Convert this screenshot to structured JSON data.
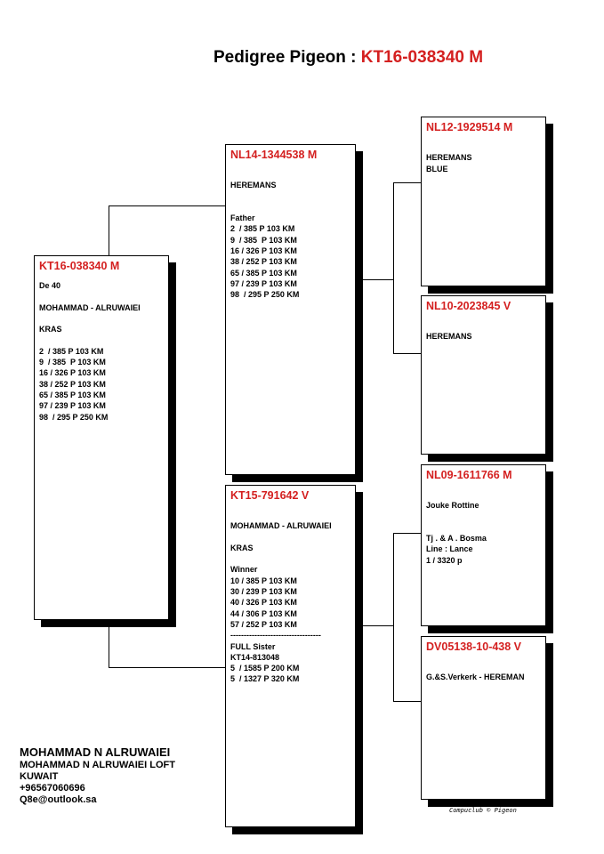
{
  "title": {
    "prefix": "Pedigree Pigeon : ",
    "ring": "KT16-038340 M"
  },
  "pigeons": {
    "subject": {
      "ring": "KT16-038340 M",
      "lines": [
        "De 40",
        "",
        "MOHAMMAD - ALRUWAIEI",
        "",
        "KRAS",
        "",
        "2  / 385 P 103 KM",
        "9  / 385  P 103 KM",
        "16 / 326 P 103 KM",
        "38 / 252 P 103 KM",
        "65 / 385 P 103 KM",
        "97 / 239 P 103 KM",
        "98  / 295 P 250 KM"
      ]
    },
    "sire": {
      "ring": "NL14-1344538 M",
      "lines": [
        "",
        "HEREMANS",
        "",
        "",
        "Father",
        "2  / 385 P 103 KM",
        "9  / 385  P 103 KM",
        "16 / 326 P 103 KM",
        "38 / 252 P 103 KM",
        "65 / 385 P 103 KM",
        "97 / 239 P 103 KM",
        "98  / 295 P 250 KM"
      ]
    },
    "dam": {
      "ring": "KT15-791642 V",
      "lines": [
        "",
        "MOHAMMAD - ALRUWAIEI",
        "",
        "KRAS",
        "",
        "Winner",
        "10 / 385 P 103 KM",
        "30 / 239 P 103 KM",
        "40 / 326 P 103 KM",
        "44 / 306 P 103 KM",
        "57 / 252 P 103 KM",
        "----------------------------------",
        "FULL Sister",
        "KT14-813048",
        "5  / 1585 P 200 KM",
        "5  / 1327 P 320 KM"
      ]
    },
    "sire_sire": {
      "ring": "NL12-1929514 M",
      "lines": [
        "",
        "HEREMANS",
        "BLUE"
      ]
    },
    "sire_dam": {
      "ring": "NL10-2023845 V",
      "lines": [
        "",
        "HEREMANS"
      ]
    },
    "dam_sire": {
      "ring": "NL09-1611766 M",
      "lines": [
        "",
        "Jouke Rottine",
        "",
        "",
        "Tj . & A . Bosma",
        "Line : Lance",
        "1 / 3320 p"
      ]
    },
    "dam_dam": {
      "ring": "DV05138-10-438 V",
      "lines": [
        "",
        "G.&S.Verkerk - HEREMAN"
      ]
    }
  },
  "footer": {
    "name": "MOHAMMAD N ALRUWAIEI",
    "loft": "MOHAMMAD N ALRUWAIEI LOFT",
    "country": "KUWAIT",
    "phone": "+96567060696",
    "email": "Q8e@outlook.sa"
  },
  "credit": "Compuclub © Pigeon",
  "colors": {
    "ring": "#d42020",
    "shadow": "#000000"
  }
}
